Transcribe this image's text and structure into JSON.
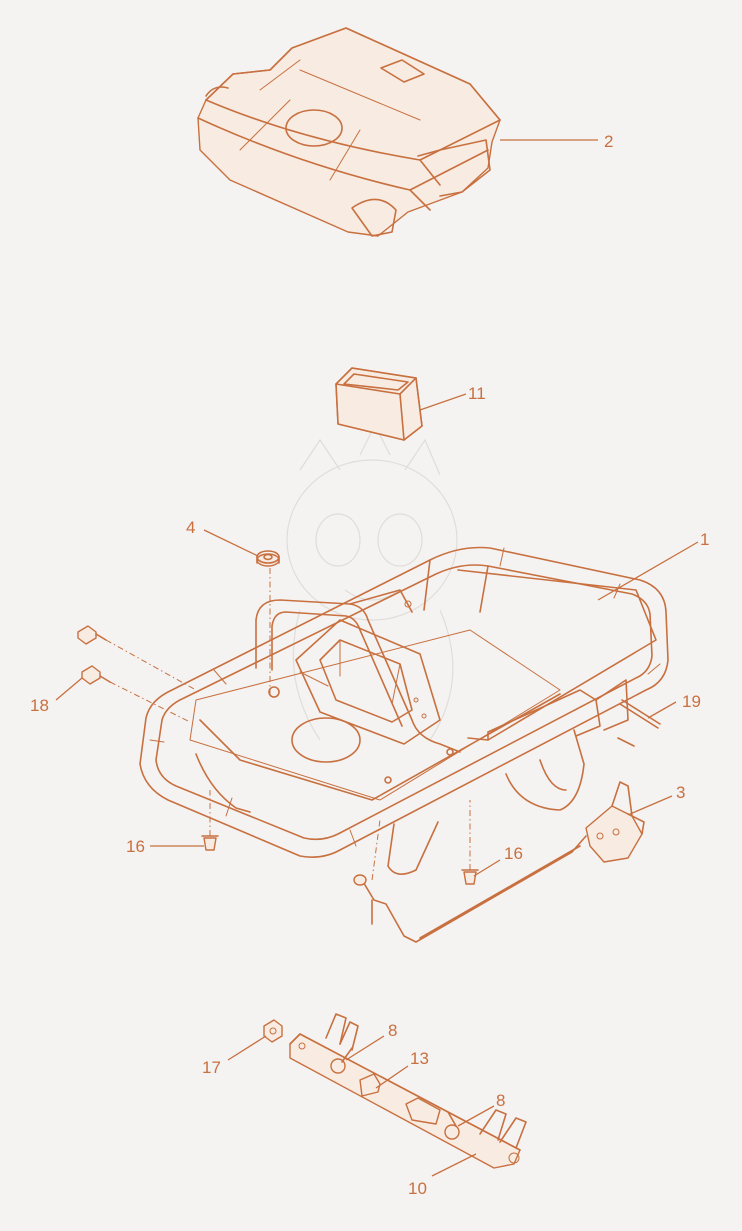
{
  "colors": {
    "line": "#c8703f",
    "background": "#f4f3f2",
    "fill_light": "#f7ebe2"
  },
  "callouts": [
    {
      "id": "callout-2",
      "text": "2"
    },
    {
      "id": "callout-11",
      "text": "11"
    },
    {
      "id": "callout-4",
      "text": "4"
    },
    {
      "id": "callout-1",
      "text": "1"
    },
    {
      "id": "callout-18",
      "text": "18"
    },
    {
      "id": "callout-19",
      "text": "19"
    },
    {
      "id": "callout-3",
      "text": "3"
    },
    {
      "id": "callout-16a",
      "text": "16"
    },
    {
      "id": "callout-16b",
      "text": "16"
    },
    {
      "id": "callout-8a",
      "text": "8"
    },
    {
      "id": "callout-13",
      "text": "13"
    },
    {
      "id": "callout-17",
      "text": "17"
    },
    {
      "id": "callout-8b",
      "text": "8"
    },
    {
      "id": "callout-10",
      "text": "10"
    }
  ]
}
